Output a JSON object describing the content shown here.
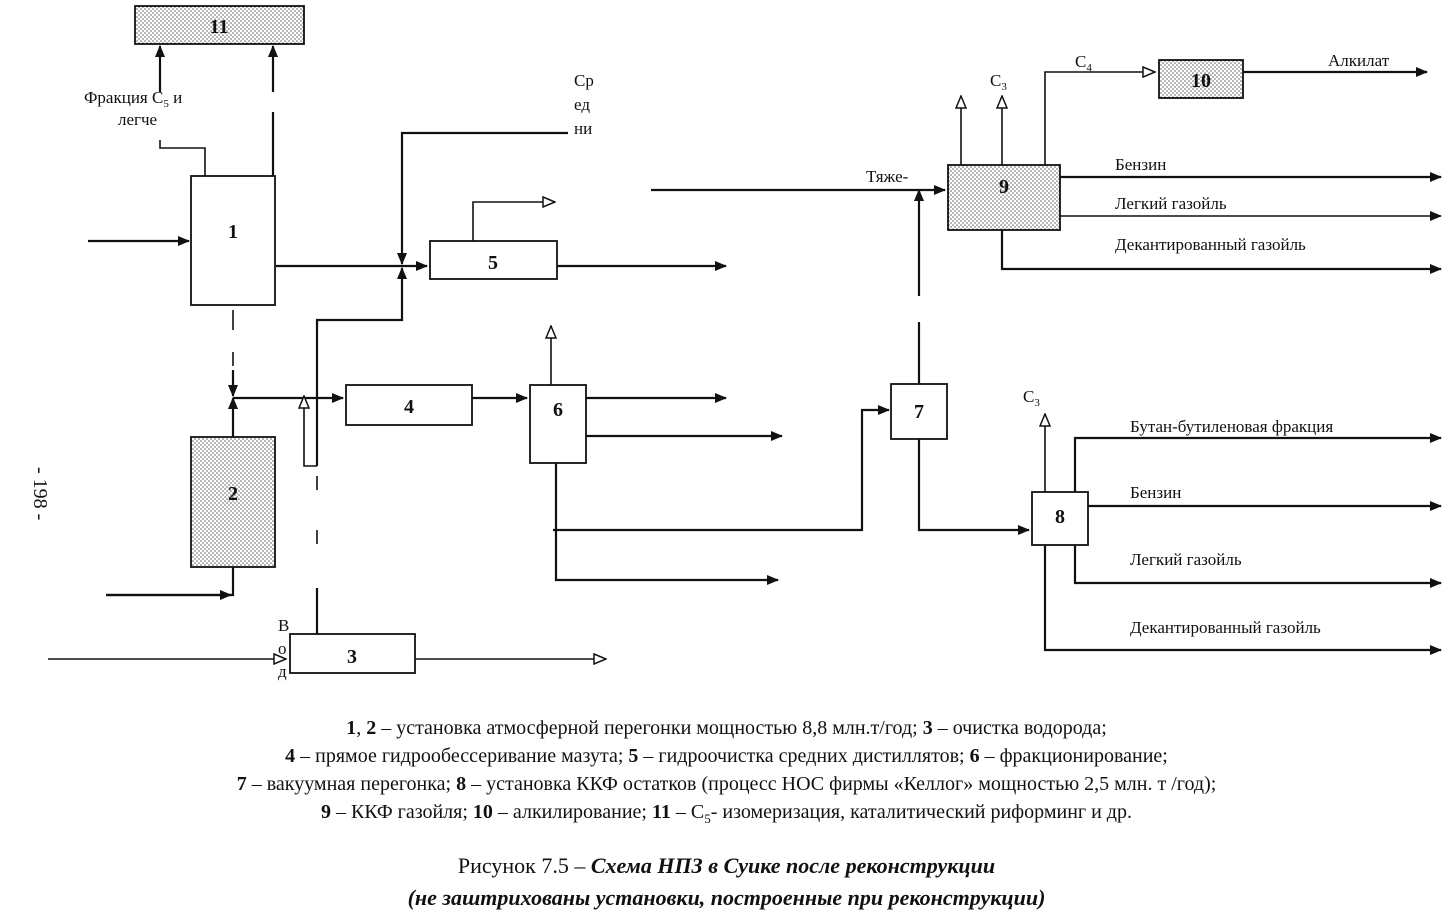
{
  "page_number": "- 198 -",
  "diagram": {
    "units": {
      "u1": "1",
      "u2": "2",
      "u3": "3",
      "u4": "4",
      "u5": "5",
      "u6": "6",
      "u7": "7",
      "u8": "8",
      "u9": "9",
      "u10": "10",
      "u11": "11"
    },
    "labels": {
      "frac_c5_a": "Фракция С",
      "frac_c5_sub": "5",
      "frac_c5_b": " и",
      "frac_c5_line2": "легче",
      "sredni_1": "Ср",
      "sredni_2": "ед",
      "sredni_3": "ни",
      "tyazhe": "Тяже-",
      "c3_top": "С",
      "c3_top_sub": "3",
      "c4": "С",
      "c4_sub": "4",
      "alkilat": "Алкилат",
      "benzin_9": "Бензин",
      "light_gasoil_9": "Легкий газойль",
      "decant_gasoil_9": "Декантированный газойль",
      "c3_8": "С",
      "c3_8_sub": "3",
      "butan_butilen": "Бутан-бутиленовая фракция",
      "benzin_8": "Бензин",
      "light_gasoil_8": "Легкий газойль",
      "decant_gasoil_8": "Декантированный газойль",
      "vod_1": "В",
      "vod_2": "о",
      "vod_3": "д"
    }
  },
  "legend": {
    "l1_n1": "1",
    "l1_sep": ", ",
    "l1_n2": "2",
    "l1_t1": " – установка атмосферной перегонки мощностью 8,8 млн.т/год; ",
    "l1_n3": "3",
    "l1_t2": " – очистка водорода;",
    "l2_n4": "4",
    "l2_t1": " – прямое гидрообессеривание мазута; ",
    "l2_n5": "5",
    "l2_t2": " – гидроочистка средних дистиллятов; ",
    "l2_n6": "6",
    "l2_t3": " – фракционирование;",
    "l3_n7": "7",
    "l3_t1": " – вакуумная перегонка; ",
    "l3_n8": "8",
    "l3_t2": " – установка ККФ остатков (процесс НОС фирмы «Келлог» мощностью 2,5 млн. т /год);",
    "l4_n9": "9",
    "l4_t1": " – ККФ газойля; ",
    "l4_n10": "10",
    "l4_t2": " – алкилирование; ",
    "l4_n11": "11",
    "l4_t3": " – С",
    "l4_sub": "5",
    "l4_t4": "- изомеризация, каталитический риформинг и др."
  },
  "caption": {
    "prefix": "Рисунок 7.5 – ",
    "title_line1": "Схема НПЗ в Суике после реконструкции",
    "title_line2": "(не заштрихованы установки, построенные при реконструкции)"
  }
}
